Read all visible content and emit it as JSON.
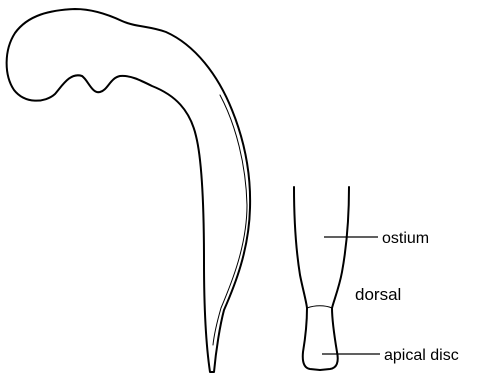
{
  "labels": {
    "ostium": "ostium",
    "dorsal": "dorsal",
    "apical_disc": "apical disc"
  }
}
